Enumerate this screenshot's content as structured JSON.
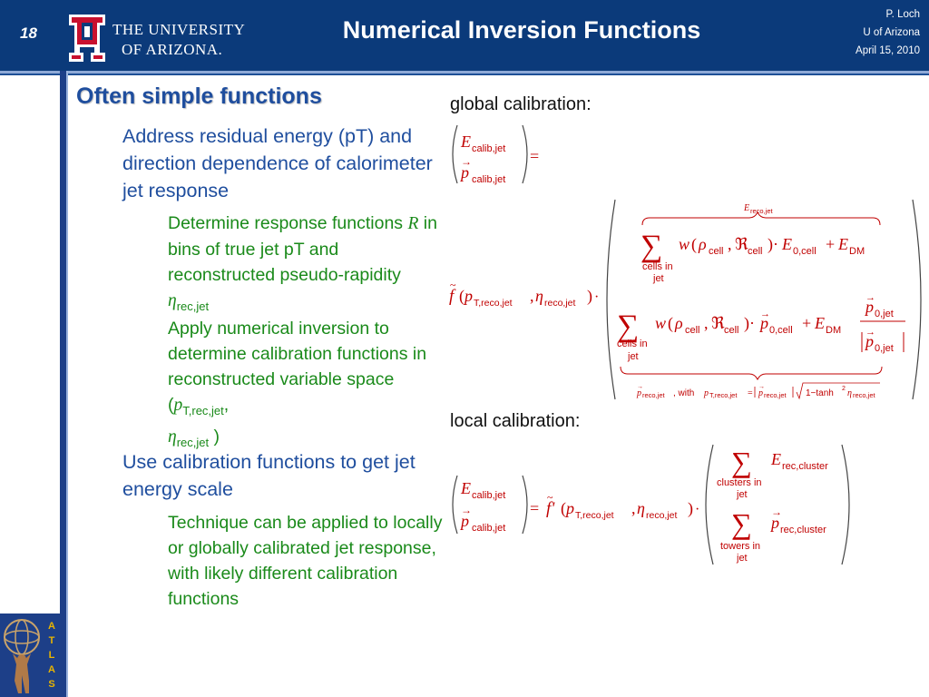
{
  "header": {
    "slide_number": "18",
    "university_line1": "THE UNIVERSITY",
    "university_line2": "OF ARIZONA.",
    "title": "Numerical Inversion Functions",
    "author": "P. Loch",
    "institution": "U of Arizona",
    "date": "April 15, 2010"
  },
  "atlas": {
    "letters": [
      "A",
      "T",
      "L",
      "A",
      "S"
    ]
  },
  "colors": {
    "header_bg": "#0b3a7a",
    "heading": "#1f4e9e",
    "subtext": "#1a8a1a",
    "math_red": "#c00000"
  },
  "content": {
    "heading": "Often simple functions",
    "b1": "Address residual energy (pT) and direction dependence of calorimeter jet response",
    "b1_1_pre": "Determine response functions ",
    "b1_1_R": "R",
    "b1_1_mid": " in bins of true jet pT  and reconstructed pseudo-rapidity ",
    "b1_1_eta": "η",
    "b1_1_sub": "rec,jet",
    "b1_2_pre": "Apply numerical inversion to determine calibration functions in reconstructed variable space (",
    "b1_2_p": "p",
    "b1_2_psub": "T,rec,jet",
    "b1_2_comma": ",",
    "b1_2_eta": "η",
    "b1_2_etasub": "rec,jet",
    "b1_2_end": " )",
    "b2": "Use calibration functions to get jet energy scale",
    "b2_1": "Technique can be applied to locally or globally calibrated jet response, with likely different calibration functions"
  },
  "math": {
    "global_label": "global calibration:",
    "local_label": "local calibration:",
    "E": "E",
    "p": "p",
    "calib_jet": "calib,jet",
    "reco_jet": "reco,jet",
    "T_reco_jet": "T,reco,jet",
    "equals": "=",
    "ftilde": "f",
    "ftilde_prime": "f'",
    "eta": "η",
    "w": "w",
    "rho": "ρ",
    "cell": "cell",
    "Re": "ℜ",
    "E0cell": "0,cell",
    "p0cell": "0,cell",
    "DM": "DM",
    "p0jet": "0,jet",
    "cells_in": "cells in",
    "jet": "jet",
    "sum": "∑",
    "with_text": ", with ",
    "tanh": "1−tanh",
    "two": "2",
    "rec_cluster": "rec,cluster",
    "clusters_in": "clusters in",
    "towers_in": "towers in"
  }
}
